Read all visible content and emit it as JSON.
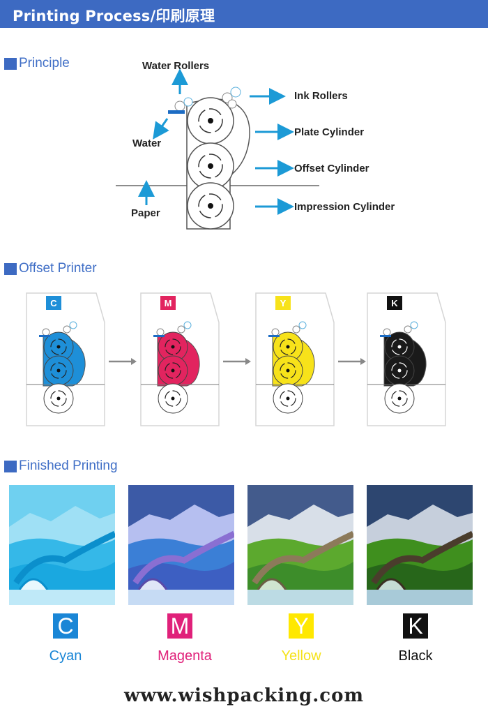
{
  "header": {
    "title": "Printing Process/印刷原理"
  },
  "sections": {
    "principle": "Principle",
    "offset_printer": "Offset Printer",
    "finished_printing": "Finished Printing"
  },
  "principle_diagram": {
    "water_rollers": "Water Rollers",
    "water": "Water",
    "paper": "Paper",
    "ink_rollers": "Ink Rollers",
    "plate_cylinder": "Plate Cylinder",
    "offset_cylinder": "Offset Cylinder",
    "impression_cylinder": "Impression Cylinder"
  },
  "offset_units": [
    {
      "letter": "C",
      "color": "#1e8fd8",
      "label_bg": "#1e8fd8"
    },
    {
      "letter": "M",
      "color": "#e2245f",
      "label_bg": "#e2245f"
    },
    {
      "letter": "Y",
      "color": "#f7e21a",
      "label_bg": "#f7e21a"
    },
    {
      "letter": "K",
      "color": "#1a1a1a",
      "label_bg": "#111111"
    }
  ],
  "finished": [
    {
      "letter": "C",
      "name": "Cyan",
      "tile_color": "#1a86d6",
      "name_color": "#1a86d6"
    },
    {
      "letter": "M",
      "name": "Magenta",
      "tile_color": "#e0217a",
      "name_color": "#e0217a"
    },
    {
      "letter": "Y",
      "name": "Yellow",
      "tile_color": "#ffe800",
      "name_color": "#f5e21a"
    },
    {
      "letter": "K",
      "name": "Black",
      "tile_color": "#111111",
      "name_color": "#111111"
    }
  ],
  "footer": {
    "url": "www.wishpacking.com"
  }
}
